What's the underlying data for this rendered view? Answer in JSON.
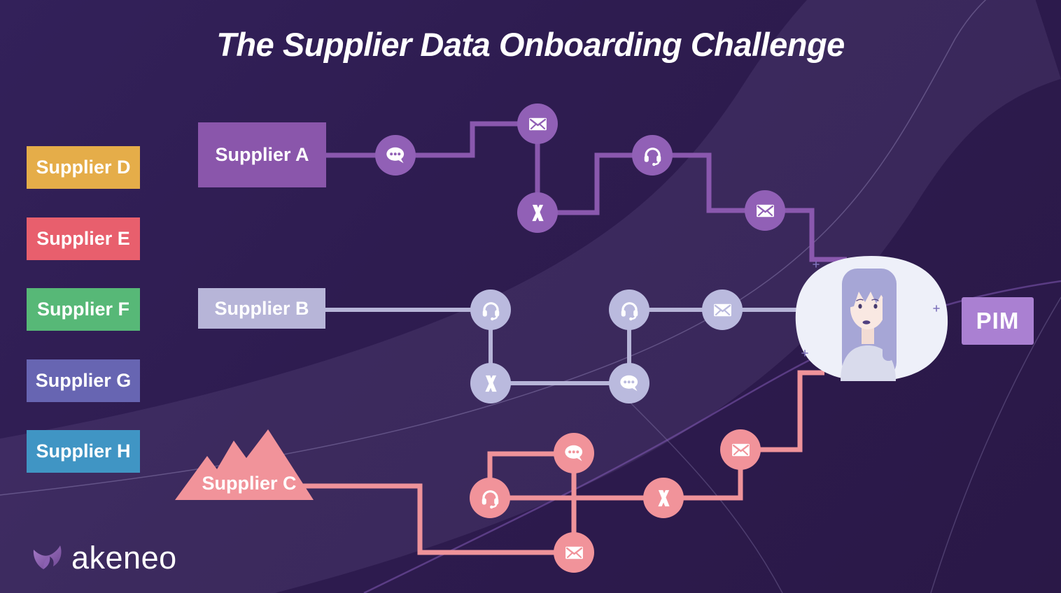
{
  "title": "The Supplier Data Onboarding Challenge",
  "brand": {
    "logo_text": "akeneo",
    "logo_mark": "akeneo-hummingbird-icon"
  },
  "supplier_list": [
    {
      "label": "Supplier D",
      "color": "#e5ad49"
    },
    {
      "label": "Supplier E",
      "color": "#e85f6d"
    },
    {
      "label": "Supplier F",
      "color": "#57b877"
    },
    {
      "label": "Supplier G",
      "color": "#6765b2"
    },
    {
      "label": "Supplier H",
      "color": "#4095c4"
    }
  ],
  "flows": [
    {
      "label": "Supplier A",
      "shape": "rectangle",
      "color": "#8a56ab",
      "icons": [
        "chat-icon",
        "email-icon",
        "spreadsheet-x-icon",
        "headset-icon",
        "email-icon"
      ]
    },
    {
      "label": "Supplier B",
      "shape": "rectangle",
      "color": "#b7b5d8",
      "icons": [
        "headset-icon",
        "spreadsheet-x-icon",
        "chat-icon",
        "headset-icon",
        "email-icon"
      ]
    },
    {
      "label": "Supplier C",
      "shape": "mountain",
      "color": "#f1939a",
      "icons": [
        "headset-icon",
        "chat-icon",
        "email-icon",
        "spreadsheet-x-icon",
        "email-icon"
      ]
    }
  ],
  "destination": {
    "pim_label": "PIM",
    "avatar": "pim-manager-avatar"
  },
  "background_color": "#2e1c50"
}
